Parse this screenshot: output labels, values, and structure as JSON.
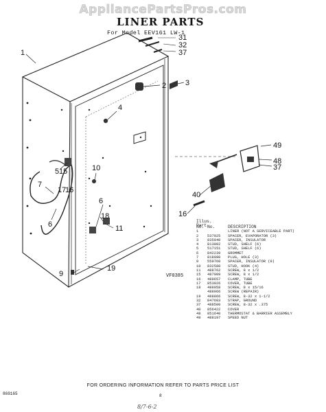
{
  "watermark": "AppliancePartsPros.com",
  "title": "LINER PARTS",
  "model": "For Model EEV161 LW-1",
  "figure_code": "VF0385",
  "callouts": [
    "1",
    "2",
    "3",
    "4",
    "5",
    "6",
    "7",
    "9",
    "10",
    "11",
    "15",
    "16",
    "17",
    "18",
    "19",
    "31",
    "32",
    "37",
    "40",
    "48",
    "49"
  ],
  "part_list": {
    "header_top": "Illus. Part",
    "header": {
      "no": "No.",
      "part_no": "No.",
      "description": "DESCRIPTION"
    },
    "rows": [
      {
        "no": "1",
        "part": "",
        "desc": "LINER (NOT A SERVICEABLE PART)"
      },
      {
        "no": "2",
        "part": "537025",
        "desc": "SPACER, EVAPORATOR (3)"
      },
      {
        "no": "3",
        "part": "835040",
        "desc": "SPACER, INSULATOR"
      },
      {
        "no": "4",
        "part": "813002",
        "desc": "STUD, SHELF (6)"
      },
      {
        "no": "5",
        "part": "517151",
        "desc": "STUD, SHELF (6)"
      },
      {
        "no": "6",
        "part": "842239",
        "desc": "GROMMET"
      },
      {
        "no": "7",
        "part": "818990",
        "desc": "PLUG, HOLE (3)"
      },
      {
        "no": "9",
        "part": "559760",
        "desc": "SPACER, INSULATOR (9)"
      },
      {
        "no": "10",
        "part": "832580",
        "desc": "STUD, HOOK (4)"
      },
      {
        "no": "11",
        "part": "488762",
        "desc": "SCREW, 8 x 1/2"
      },
      {
        "no": "15",
        "part": "487909",
        "desc": "SCREW, 8 x 1/2"
      },
      {
        "no": "16",
        "part": "489657",
        "desc": "CLAMP, TUBE"
      },
      {
        "no": "17",
        "part": "853026",
        "desc": "COVER, TUBE"
      },
      {
        "no": "18",
        "part": "488058",
        "desc": "SCREW, 8 x 15/16"
      },
      {
        "no": "",
        "part": "488066",
        "desc": "SCREW (REPAIR)"
      },
      {
        "no": "19",
        "part": "488866",
        "desc": "SCREW, 8-32 x 1-1/2"
      },
      {
        "no": "32",
        "part": "847603",
        "desc": "STRAP, GROUND"
      },
      {
        "no": "37",
        "part": "488500",
        "desc": "SCREW, 8-32 x .375"
      },
      {
        "no": "40",
        "part": "856422",
        "desc": "COVER"
      },
      {
        "no": "48",
        "part": "851640",
        "desc": "THERMOSTAT & BARRIER ASSEMBLY"
      },
      {
        "no": "49",
        "part": "488197",
        "desc": "SPEED NUT"
      }
    ]
  },
  "footer": "FOR ORDERING INFORMATION REFER TO PARTS PRICE LIST",
  "doc_code": "869165",
  "page_number": "8",
  "handwritten": "8/7-6-2"
}
